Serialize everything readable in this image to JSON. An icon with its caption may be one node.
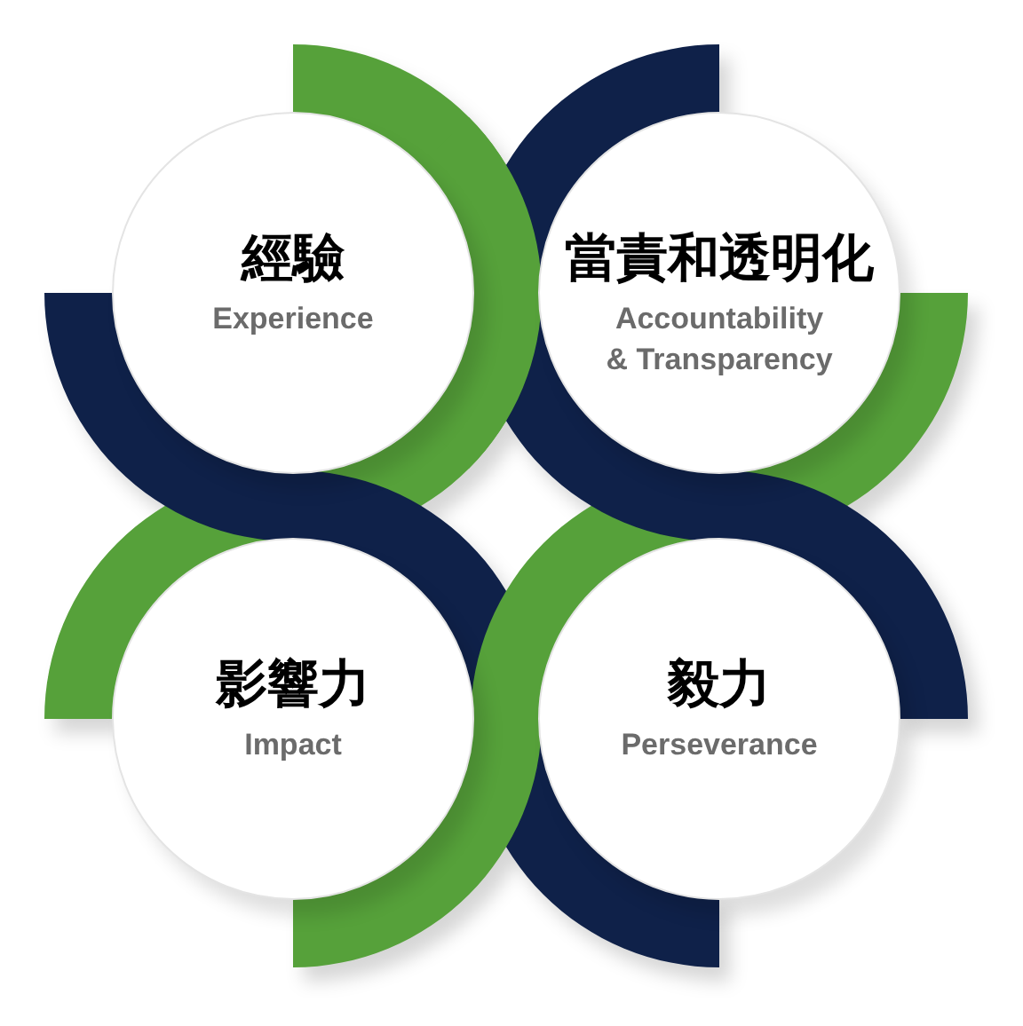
{
  "diagram": {
    "nodes": [
      {
        "text": [
          "經驗",
          "Experience"
        ]
      },
      {
        "text": [
          "當責和透明化",
          "Accountability & Transparency"
        ]
      },
      {
        "text": [
          "影響力",
          "Impact"
        ]
      },
      {
        "text": [
          "毅力",
          "Perseverance"
        ]
      }
    ]
  }
}
